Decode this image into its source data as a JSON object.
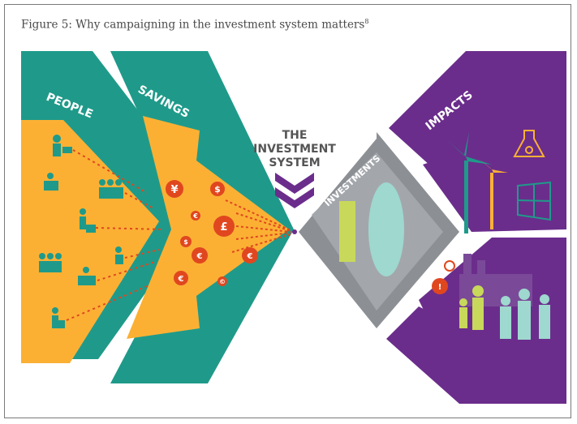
{
  "caption": {
    "text": "Figure 5:  Why campaigning in the investment system matters",
    "footnote_mark": "8"
  },
  "labels": {
    "people": "PEOPLE",
    "savings": "SAVINGS",
    "investments": "INVESTMENTS",
    "impacts": "IMPACTS",
    "system_line1": "THE",
    "system_line2": "INVESTMENT",
    "system_line3": "SYSTEM"
  },
  "currency_symbols": [
    "¥",
    "$",
    "£",
    "€",
    "$",
    "€",
    "€",
    "€",
    "©"
  ],
  "colors": {
    "teal": "#1f9a8a",
    "orange": "#fbb034",
    "red": "#e0471f",
    "purple": "#6b2d8c",
    "grey": "#8c8f94",
    "system_text": "#555555",
    "chevron": "#6b2d8c"
  }
}
